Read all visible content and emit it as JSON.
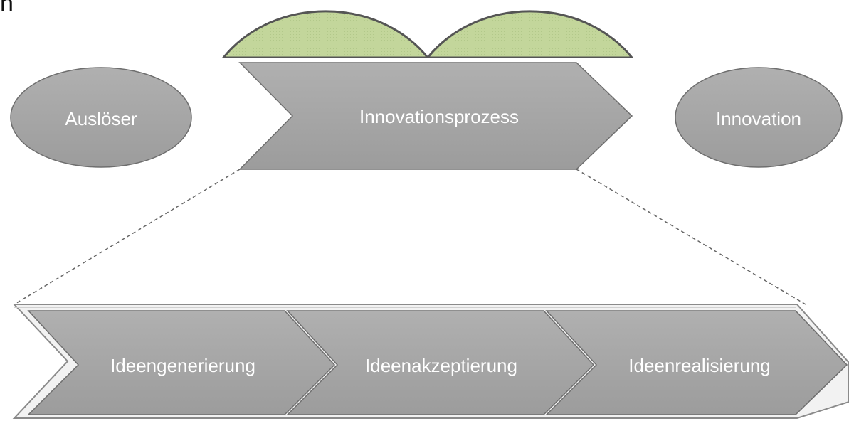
{
  "diagram": {
    "corner_fragment": "n",
    "trigger": {
      "label": "Auslöser"
    },
    "process": {
      "label": "Innovationsprozess"
    },
    "outcome": {
      "label": "Innovation"
    },
    "phases": [
      {
        "label": "Ideengenerierung"
      },
      {
        "label": "Ideenakzeptierung"
      },
      {
        "label": "Ideenrealisierung"
      }
    ]
  },
  "colors": {
    "shape_fill": "#a6a6a6",
    "shape_stroke": "#6e6e6e",
    "arc_fill": "#c3d69b",
    "arc_stroke": "#555555",
    "text": "#ffffff",
    "dashed_line": "#666666"
  }
}
